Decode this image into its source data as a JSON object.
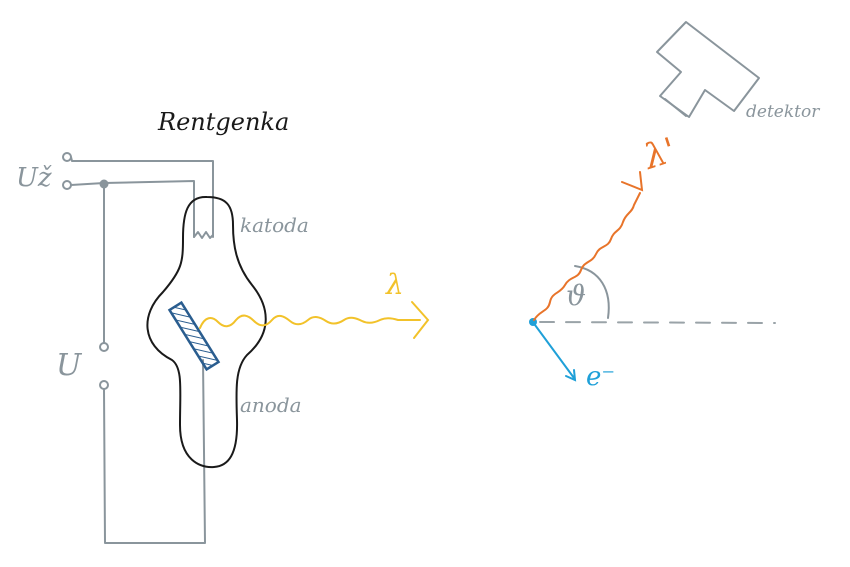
{
  "labels": {
    "title": "Rentgenka",
    "heater_voltage": "Už",
    "tube_voltage": "U",
    "cathode": "katoda",
    "anode": "anoda",
    "detector": "detektor",
    "incident_wavelength": "λ",
    "scattered_wavelength": "λ'",
    "scattering_angle": "ϑ",
    "electron": "e⁻"
  },
  "colors": {
    "wire": "#8a959c",
    "tube": "#1a1a1a",
    "anode": "#2a5d8f",
    "incident_photon": "#f2c22a",
    "scattered_photon": "#e8742a",
    "electron": "#1fa0d8",
    "dashed_line": "#9aa3a8"
  },
  "scattering_angle_deg": 55
}
